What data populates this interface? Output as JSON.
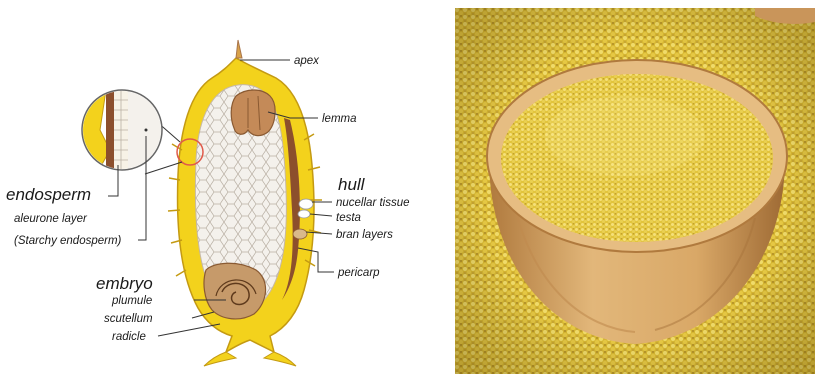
{
  "diagram": {
    "labels": {
      "apex": "apex",
      "lemma": "lemma",
      "hull": "hull",
      "nucellar_tissue": "nucellar tissue",
      "testa": "testa",
      "bran_layers": "bran layers",
      "pericarp": "pericarp",
      "endosperm": "endosperm",
      "aleurone_layer": "aleurone layer",
      "starchy_endosperm": "(Starchy endosperm)",
      "embryo": "embryo",
      "plumule": "plumule",
      "scutellum": "scutellum",
      "radicle": "radicle"
    },
    "colors": {
      "hull_yellow": "#f3d21c",
      "hull_dark": "#c49a12",
      "endosperm_fill": "#f4f1ec",
      "cell_lines": "#b9b0a4",
      "embryo_brown": "#b88c5c",
      "lemma_brown": "#a8744a",
      "bran_brown": "#8c4f2c",
      "zoom_circle": "#e05a4a"
    }
  },
  "photo": {
    "subject": "bowl of yellow millet grains",
    "colors": {
      "grain_yellow": "#e0c23a",
      "grain_light": "#f0db6a",
      "grain_dark": "#b8962a",
      "bowl_wood": "#d9a867",
      "bowl_dark": "#a8743c"
    }
  }
}
